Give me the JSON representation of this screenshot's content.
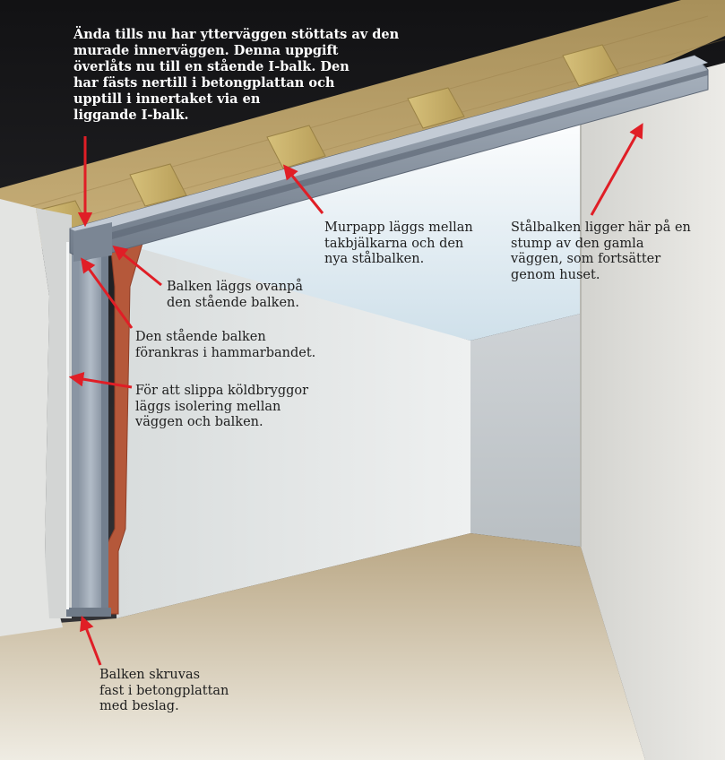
{
  "colors": {
    "background_dark": "#1c1c1e",
    "wall": "#dcdcd8",
    "ceiling": "#e6eef3",
    "floor": "#c9b99a",
    "joist_wood": "#c8b074",
    "steel_beam": "#8e98a6",
    "arrow": "#e01e26",
    "insulation_brown": "#b5583a"
  },
  "labels": {
    "intro": {
      "lines": [
        "Ända tills nu har ytterväggen stöttats av den",
        "murade innerväggen. Denna uppgift",
        "överlåts nu till en stående I-balk. Den",
        "har fästs nertill i betongplattan och",
        "upptill i innertaket via en",
        "liggande I-balk."
      ]
    },
    "murpapp": {
      "lines": [
        "Murpapp läggs mellan",
        "takbjälkarna och den",
        "nya stålbalken."
      ]
    },
    "stalbalken": {
      "lines": [
        "Stålbalken ligger här på en",
        "stump av den gamla",
        "väggen, som fortsätter",
        "genom huset."
      ]
    },
    "ovanpa": {
      "lines": [
        "Balken läggs ovanpå",
        "den stående balken."
      ]
    },
    "forankras": {
      "lines": [
        "Den stående balken",
        "förankras i hammarbandet."
      ]
    },
    "koldbryggor": {
      "lines": [
        "För att slippa köldbryggor",
        "läggs isolering mellan",
        "väggen och balken."
      ]
    },
    "skruvas": {
      "lines": [
        "Balken skruvas",
        "fast i betongplattan",
        "med beslag."
      ]
    }
  }
}
